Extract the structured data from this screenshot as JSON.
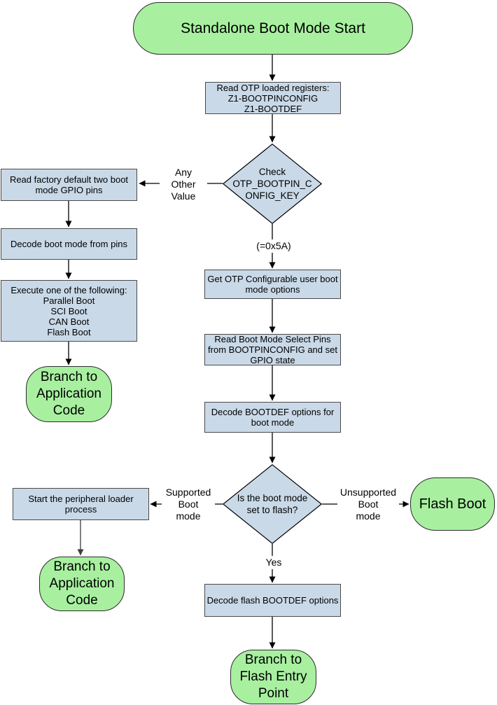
{
  "colors": {
    "terminal_fill": "#a8f0a0",
    "process_fill": "#c9d9e8",
    "line": "#000000"
  },
  "nodes": {
    "start": {
      "label": "Standalone Boot Mode Start"
    },
    "read_otp": {
      "label": "Read OTP loaded registers:\nZ1-BOOTPINCONFIG\nZ1-BOOTDEF"
    },
    "check_key": {
      "label": "Check\nOTP_BOOTPIN_C\nONFIG_KEY"
    },
    "read_factory": {
      "label": "Read factory default two boot\nmode GPIO pins"
    },
    "decode_pins": {
      "label": "Decode boot mode from pins"
    },
    "execute": {
      "label": "Execute one of the following:\nParallel Boot\nSCI Boot\nCAN Boot\nFlash Boot"
    },
    "branch_app_left": {
      "label": "Branch to\nApplication\nCode"
    },
    "get_otp": {
      "label": "Get OTP Configurable user boot\nmode options"
    },
    "read_select_pins": {
      "label": "Read Boot Mode Select Pins\nfrom BOOTPINCONFIG and set\nGPIO state"
    },
    "decode_bootdef": {
      "label": "Decode BOOTDEF options for\nboot mode"
    },
    "flash_question": {
      "label": "Is the boot mode\nset to flash?"
    },
    "start_peripheral": {
      "label": "Start the peripheral loader\nprocess"
    },
    "branch_app_bottom": {
      "label": "Branch to\nApplication\nCode"
    },
    "flash_boot": {
      "label": "Flash Boot"
    },
    "decode_flash": {
      "label": "Decode flash BOOTDEF options"
    },
    "branch_flash_entry": {
      "label": "Branch to\nFlash Entry\nPoint"
    }
  },
  "edge_labels": {
    "any_other_value": "Any\nOther\nValue",
    "key_match": "(=0x5A)",
    "supported": "Supported\nBoot\nmode",
    "unsupported": "Unsupported\nBoot\nmode",
    "yes": "Yes"
  }
}
